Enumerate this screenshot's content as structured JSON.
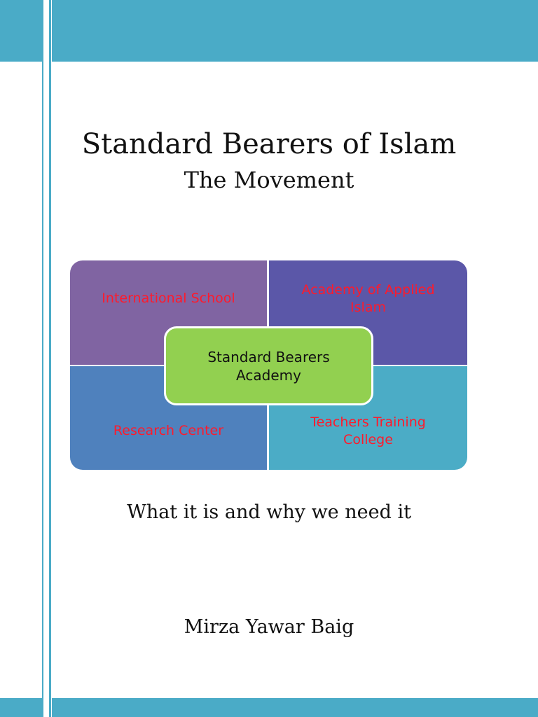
{
  "cover": {
    "title": "Standard Bearers of Islam",
    "subtitle": "The Movement",
    "tagline": "What it is and why we need it",
    "author": "Mirza Yawar Baig"
  },
  "diagram": {
    "center": "Standard Bearers Academy",
    "top_left": "International School",
    "top_right": "Academy of Applied Islam",
    "bottom_left": "Research Center",
    "bottom_right": "Teachers Training College"
  },
  "colors": {
    "accent_band": "#4aabc7",
    "quad_top_left": "#8064a2",
    "quad_top_right": "#5b57a8",
    "quad_bottom_left": "#4f81bd",
    "quad_bottom_right": "#4bacc6",
    "center_box": "#92d050",
    "quad_text": "#ff1a2b"
  }
}
